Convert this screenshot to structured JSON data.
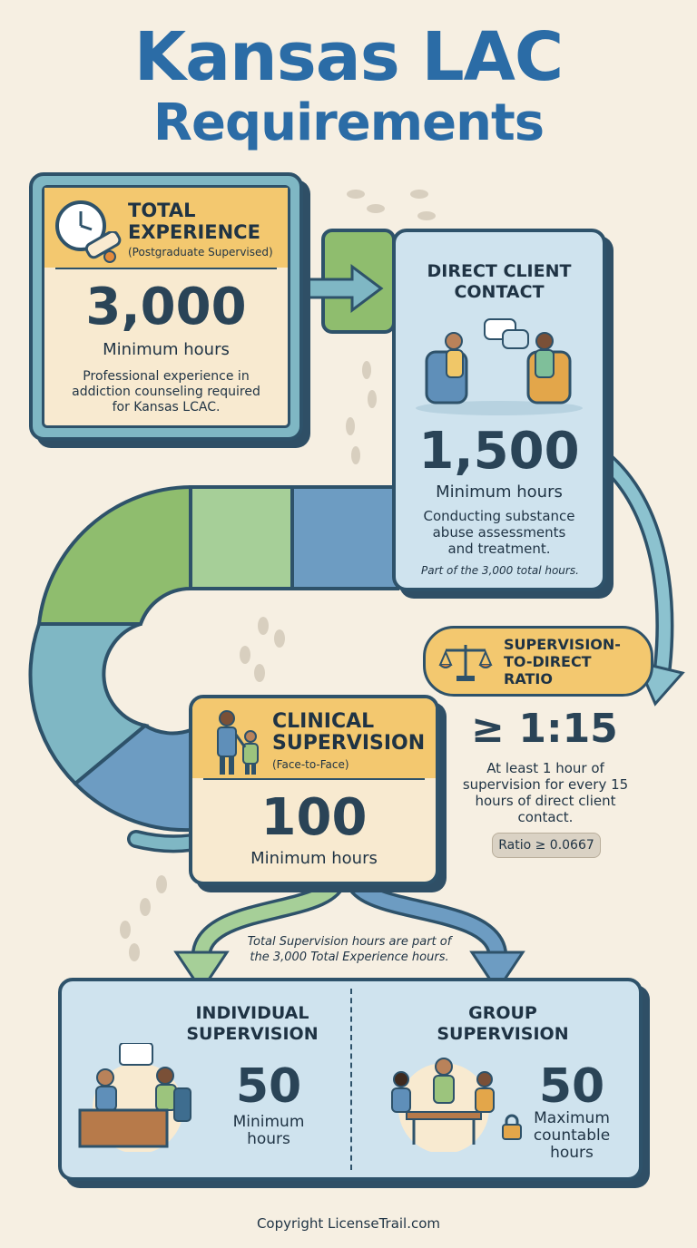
{
  "title": {
    "line1": "Kansas LAC",
    "line2": "Requirements"
  },
  "total_experience": {
    "heading1": "TOTAL",
    "heading2": "EXPERIENCE",
    "qualifier": "(Postgraduate Supervised)",
    "value": "3,000",
    "unit": "Minimum hours",
    "desc1": "Professional experience in",
    "desc2": "addiction counseling required",
    "desc3": "for Kansas LCAC."
  },
  "direct_contact": {
    "heading1": "DIRECT CLIENT",
    "heading2": "CONTACT",
    "value": "1,500",
    "unit": "Minimum hours",
    "desc1": "Conducting substance",
    "desc2": "abuse assessments",
    "desc3": "and treatment.",
    "note": "Part of the 3,000 total hours."
  },
  "ratio": {
    "heading1": "SUPERVISION-",
    "heading2": "TO-DIRECT",
    "heading3": "RATIO",
    "value": "≥ 1:15",
    "desc1": "At least 1 hour of",
    "desc2": "supervision for every 15",
    "desc3": "hours of direct client",
    "desc4": "contact.",
    "chip": "Ratio ≥ 0.0667"
  },
  "clinical_supervision": {
    "heading1": "CLINICAL",
    "heading2": "SUPERVISION",
    "qualifier": "(Face-to-Face)",
    "value": "100",
    "unit": "Minimum hours"
  },
  "split_note": {
    "line1": "Total Supervision hours are part of",
    "line2": "the 3,000 Total Experience hours."
  },
  "individual": {
    "heading1": "INDIVIDUAL",
    "heading2": "SUPERVISION",
    "value": "50",
    "unit1": "Minimum",
    "unit2": "hours"
  },
  "group": {
    "heading1": "GROUP",
    "heading2": "SUPERVISION",
    "value": "50",
    "unit1": "Maximum",
    "unit2": "countable",
    "unit3": "hours"
  },
  "footer": "Copyright LicenseTrail.com",
  "colors": {
    "blue_title": "#2b6ca6",
    "navy": "#2e526a",
    "gold": "#f3c86f",
    "cream": "#f8ead0",
    "light_blue": "#cfe3ee",
    "green": "#9cc47d",
    "teal": "#7fb7c4",
    "steel": "#6d9cc2"
  },
  "icons": [
    "clock-icon",
    "certificate-icon",
    "counseling-session-icon",
    "chat-bubble-icon",
    "scales-icon",
    "adult-child-icon",
    "desk-meeting-icon",
    "group-table-icon",
    "lock-icon",
    "footprints-icon"
  ]
}
